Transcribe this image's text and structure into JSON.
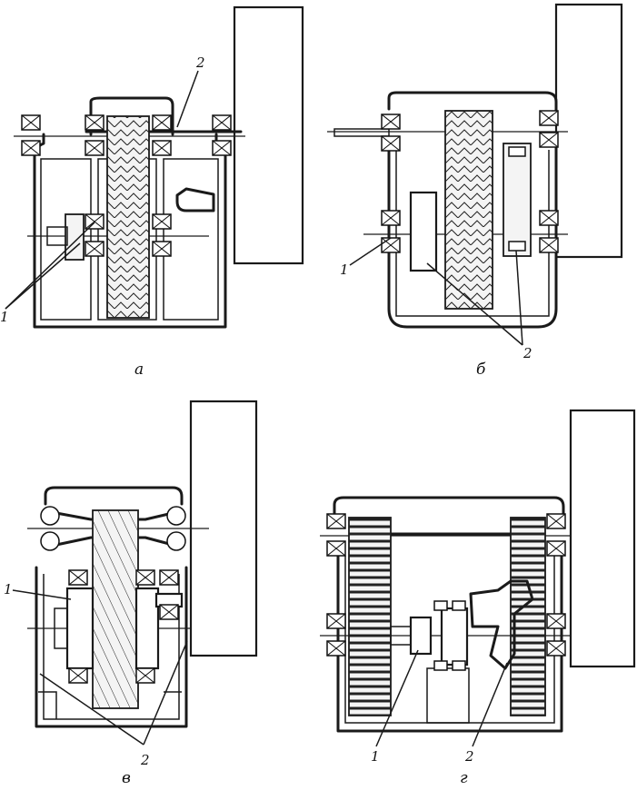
{
  "panels": [
    {
      "id": "a",
      "caption": "а",
      "labels": [
        "2",
        "1"
      ]
    },
    {
      "id": "b",
      "caption": "б",
      "labels": [
        "1",
        "2"
      ]
    },
    {
      "id": "v",
      "caption": "в",
      "labels": [
        "1",
        "2"
      ]
    },
    {
      "id": "g",
      "caption": "г",
      "labels": [
        "1",
        "2"
      ]
    }
  ]
}
